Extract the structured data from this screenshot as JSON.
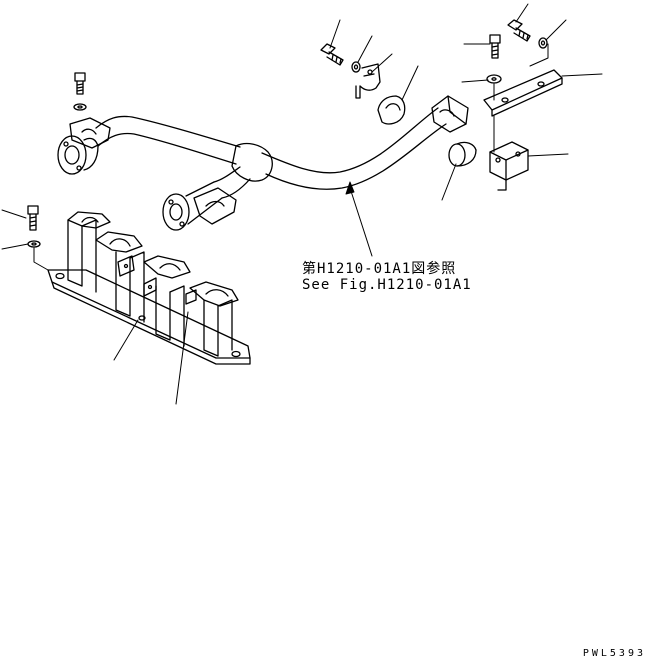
{
  "callout": {
    "reference_jp": "第H1210-01A1図参照",
    "reference_en": "See Fig.H1210-01A1"
  },
  "drawing_code": "PWL5393",
  "colors": {
    "line": "#000000",
    "background": "#ffffff"
  }
}
